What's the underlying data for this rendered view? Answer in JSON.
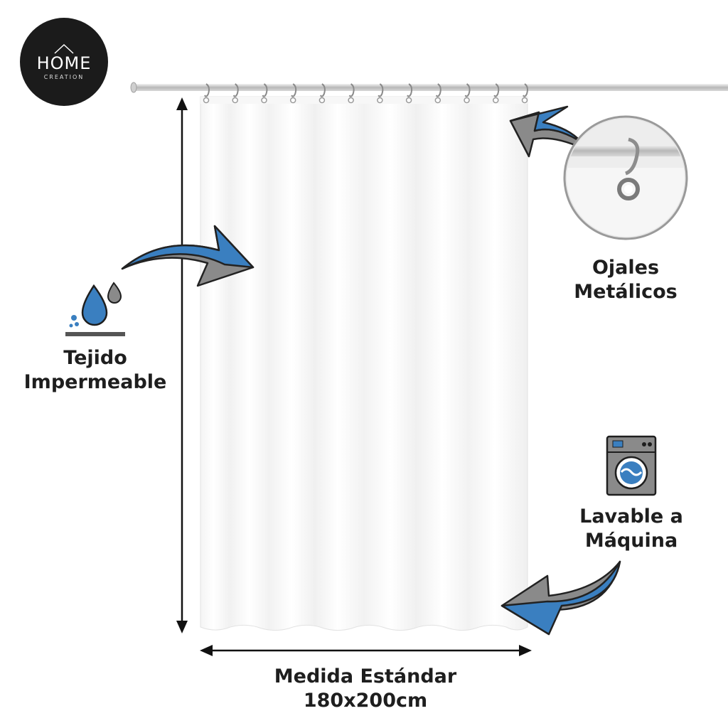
{
  "brand": {
    "name": "HOME",
    "tagline": "CREATION"
  },
  "features": {
    "waterproof": {
      "line1": "Tejido",
      "line2": "Impermeable",
      "icon": "water-drops-icon"
    },
    "grommets": {
      "line1": "Ojales",
      "line2": "Metálicos",
      "icon": "grommet-zoom"
    },
    "washable": {
      "line1": "Lavable a",
      "line2": "Máquina",
      "icon": "washing-machine-icon"
    },
    "size": {
      "line1": "Medida Estándar",
      "line2": "180x200cm"
    }
  },
  "colors": {
    "accent_blue": "#3a7fc0",
    "accent_gray": "#8a8a8a",
    "text": "#1e1e1e",
    "logo_bg": "#1b1b1b"
  }
}
